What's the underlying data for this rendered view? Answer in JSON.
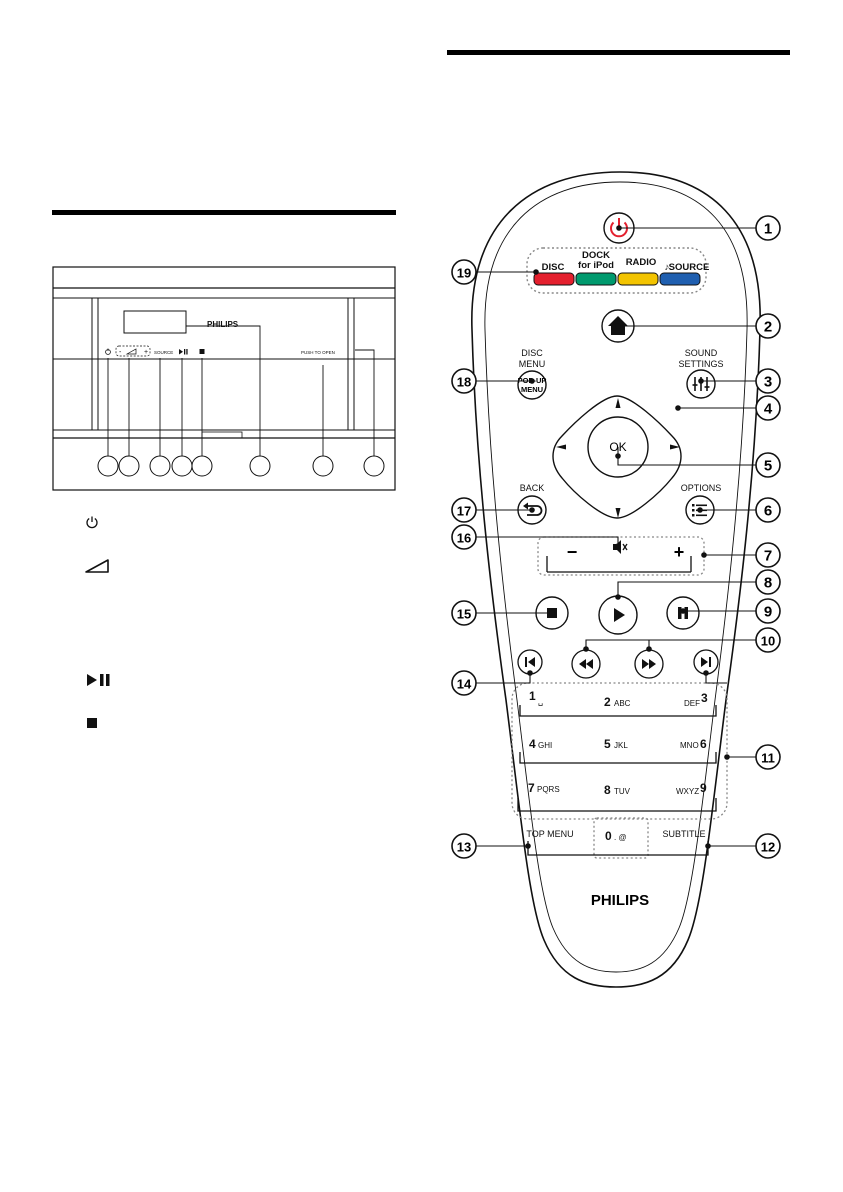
{
  "front_panel": {
    "brand": "PHILIPS",
    "vol_minus": "-",
    "vol_plus": "+",
    "source": "SOURCE",
    "push_to_open": "PUSH TO OPEN",
    "icons": [
      "power-icon",
      "volume-icon",
      "play-pause-icon",
      "stop-icon"
    ]
  },
  "remote": {
    "brand": "PHILIPS",
    "disc": "DISC",
    "dock1": "DOCK",
    "dock2": "for iPod",
    "radio": "RADIO",
    "source": "SOURCE",
    "disc_menu1": "DISC",
    "disc_menu2": "MENU",
    "popup1": "POP-UP",
    "popup2": "MENU",
    "sound1": "SOUND",
    "sound2": "SETTINGS",
    "ok": "OK",
    "back": "BACK",
    "options": "OPTIONS",
    "vol_minus": "−",
    "vol_plus": "+",
    "top_menu": "TOP MENU",
    "subtitle": "SUBTITLE",
    "keypad": [
      {
        "digit": "1",
        "letters": "␣"
      },
      {
        "digit": "2",
        "letters": "ABC"
      },
      {
        "digit": "3",
        "letters": "DEF"
      },
      {
        "digit": "4",
        "letters": "GHI"
      },
      {
        "digit": "5",
        "letters": "JKL"
      },
      {
        "digit": "6",
        "letters": "MNO"
      },
      {
        "digit": "7",
        "letters": "PQRS"
      },
      {
        "digit": "8",
        "letters": "TUV"
      },
      {
        "digit": "9",
        "letters": "WXYZ"
      },
      {
        "digit": "0",
        "letters": ". @"
      }
    ],
    "color_keys": {
      "disc": "#e4202e",
      "dock": "#009a6e",
      "radio": "#f3c400",
      "source": "#1f5fb0"
    },
    "power_color": "#e4202e"
  },
  "callouts": [
    "1",
    "2",
    "3",
    "4",
    "5",
    "6",
    "7",
    "8",
    "9",
    "10",
    "11",
    "12",
    "13",
    "14",
    "15",
    "16",
    "17",
    "18",
    "19"
  ]
}
